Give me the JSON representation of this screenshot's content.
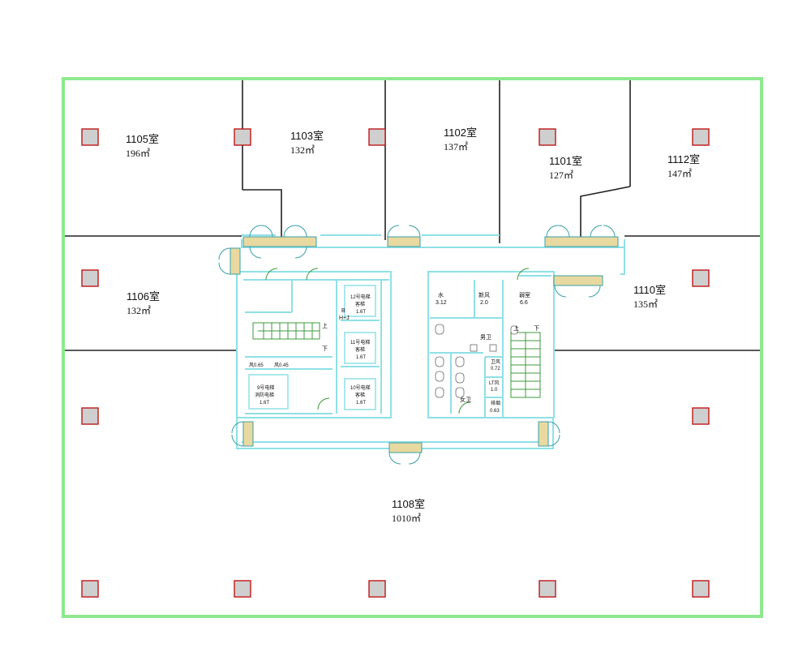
{
  "colors": {
    "outer_wall": "#8fe88f",
    "partition": "#222222",
    "corridor": "#8fe0e6",
    "column_fill": "#cfcfcf",
    "column_stroke": "#c01818",
    "door_leaf": "#3aa0a8",
    "panel": "#e8d9a0",
    "stair": "#3c9b3c"
  },
  "rooms": [
    {
      "id": "1105",
      "label": "1105室",
      "area": "196㎡"
    },
    {
      "id": "1103",
      "label": "1103室",
      "area": "132㎡"
    },
    {
      "id": "1102",
      "label": "1102室",
      "area": "137㎡"
    },
    {
      "id": "1101",
      "label": "1101室",
      "area": "127㎡"
    },
    {
      "id": "1112",
      "label": "1112室",
      "area": "147㎡"
    },
    {
      "id": "1106",
      "label": "1106室",
      "area": "132㎡"
    },
    {
      "id": "1110",
      "label": "1110室",
      "area": "135㎡"
    },
    {
      "id": "1108",
      "label": "1108室",
      "area": "1010㎡"
    }
  ],
  "core_left": {
    "elev12": [
      "12号电梯",
      "客梯",
      "1.6T"
    ],
    "elev11": [
      "11号电梯",
      "客梯",
      "1.6T"
    ],
    "elev10": [
      "10号电梯",
      "客梯",
      "1.6T"
    ],
    "elev9": [
      "9号电梯",
      "消防电梯",
      "1.6T"
    ],
    "shaft_a": "风0.65",
    "shaft_b": "风0.45",
    "bhj": [
      "B",
      "H+J"
    ],
    "up": "上",
    "down": "下"
  },
  "core_right": {
    "water": [
      "水",
      "3.12"
    ],
    "fresh_air": [
      "新风",
      "2.0"
    ],
    "weak_room": [
      "弱室",
      "6.6"
    ],
    "male_wc": "男卫",
    "female_wc": "女卫",
    "shaft1": [
      "卫风",
      "0.72"
    ],
    "shaft2": [
      "LT风",
      "1.0"
    ],
    "shaft3": [
      "排烟",
      "0.63"
    ],
    "up": "上",
    "down": "下"
  }
}
